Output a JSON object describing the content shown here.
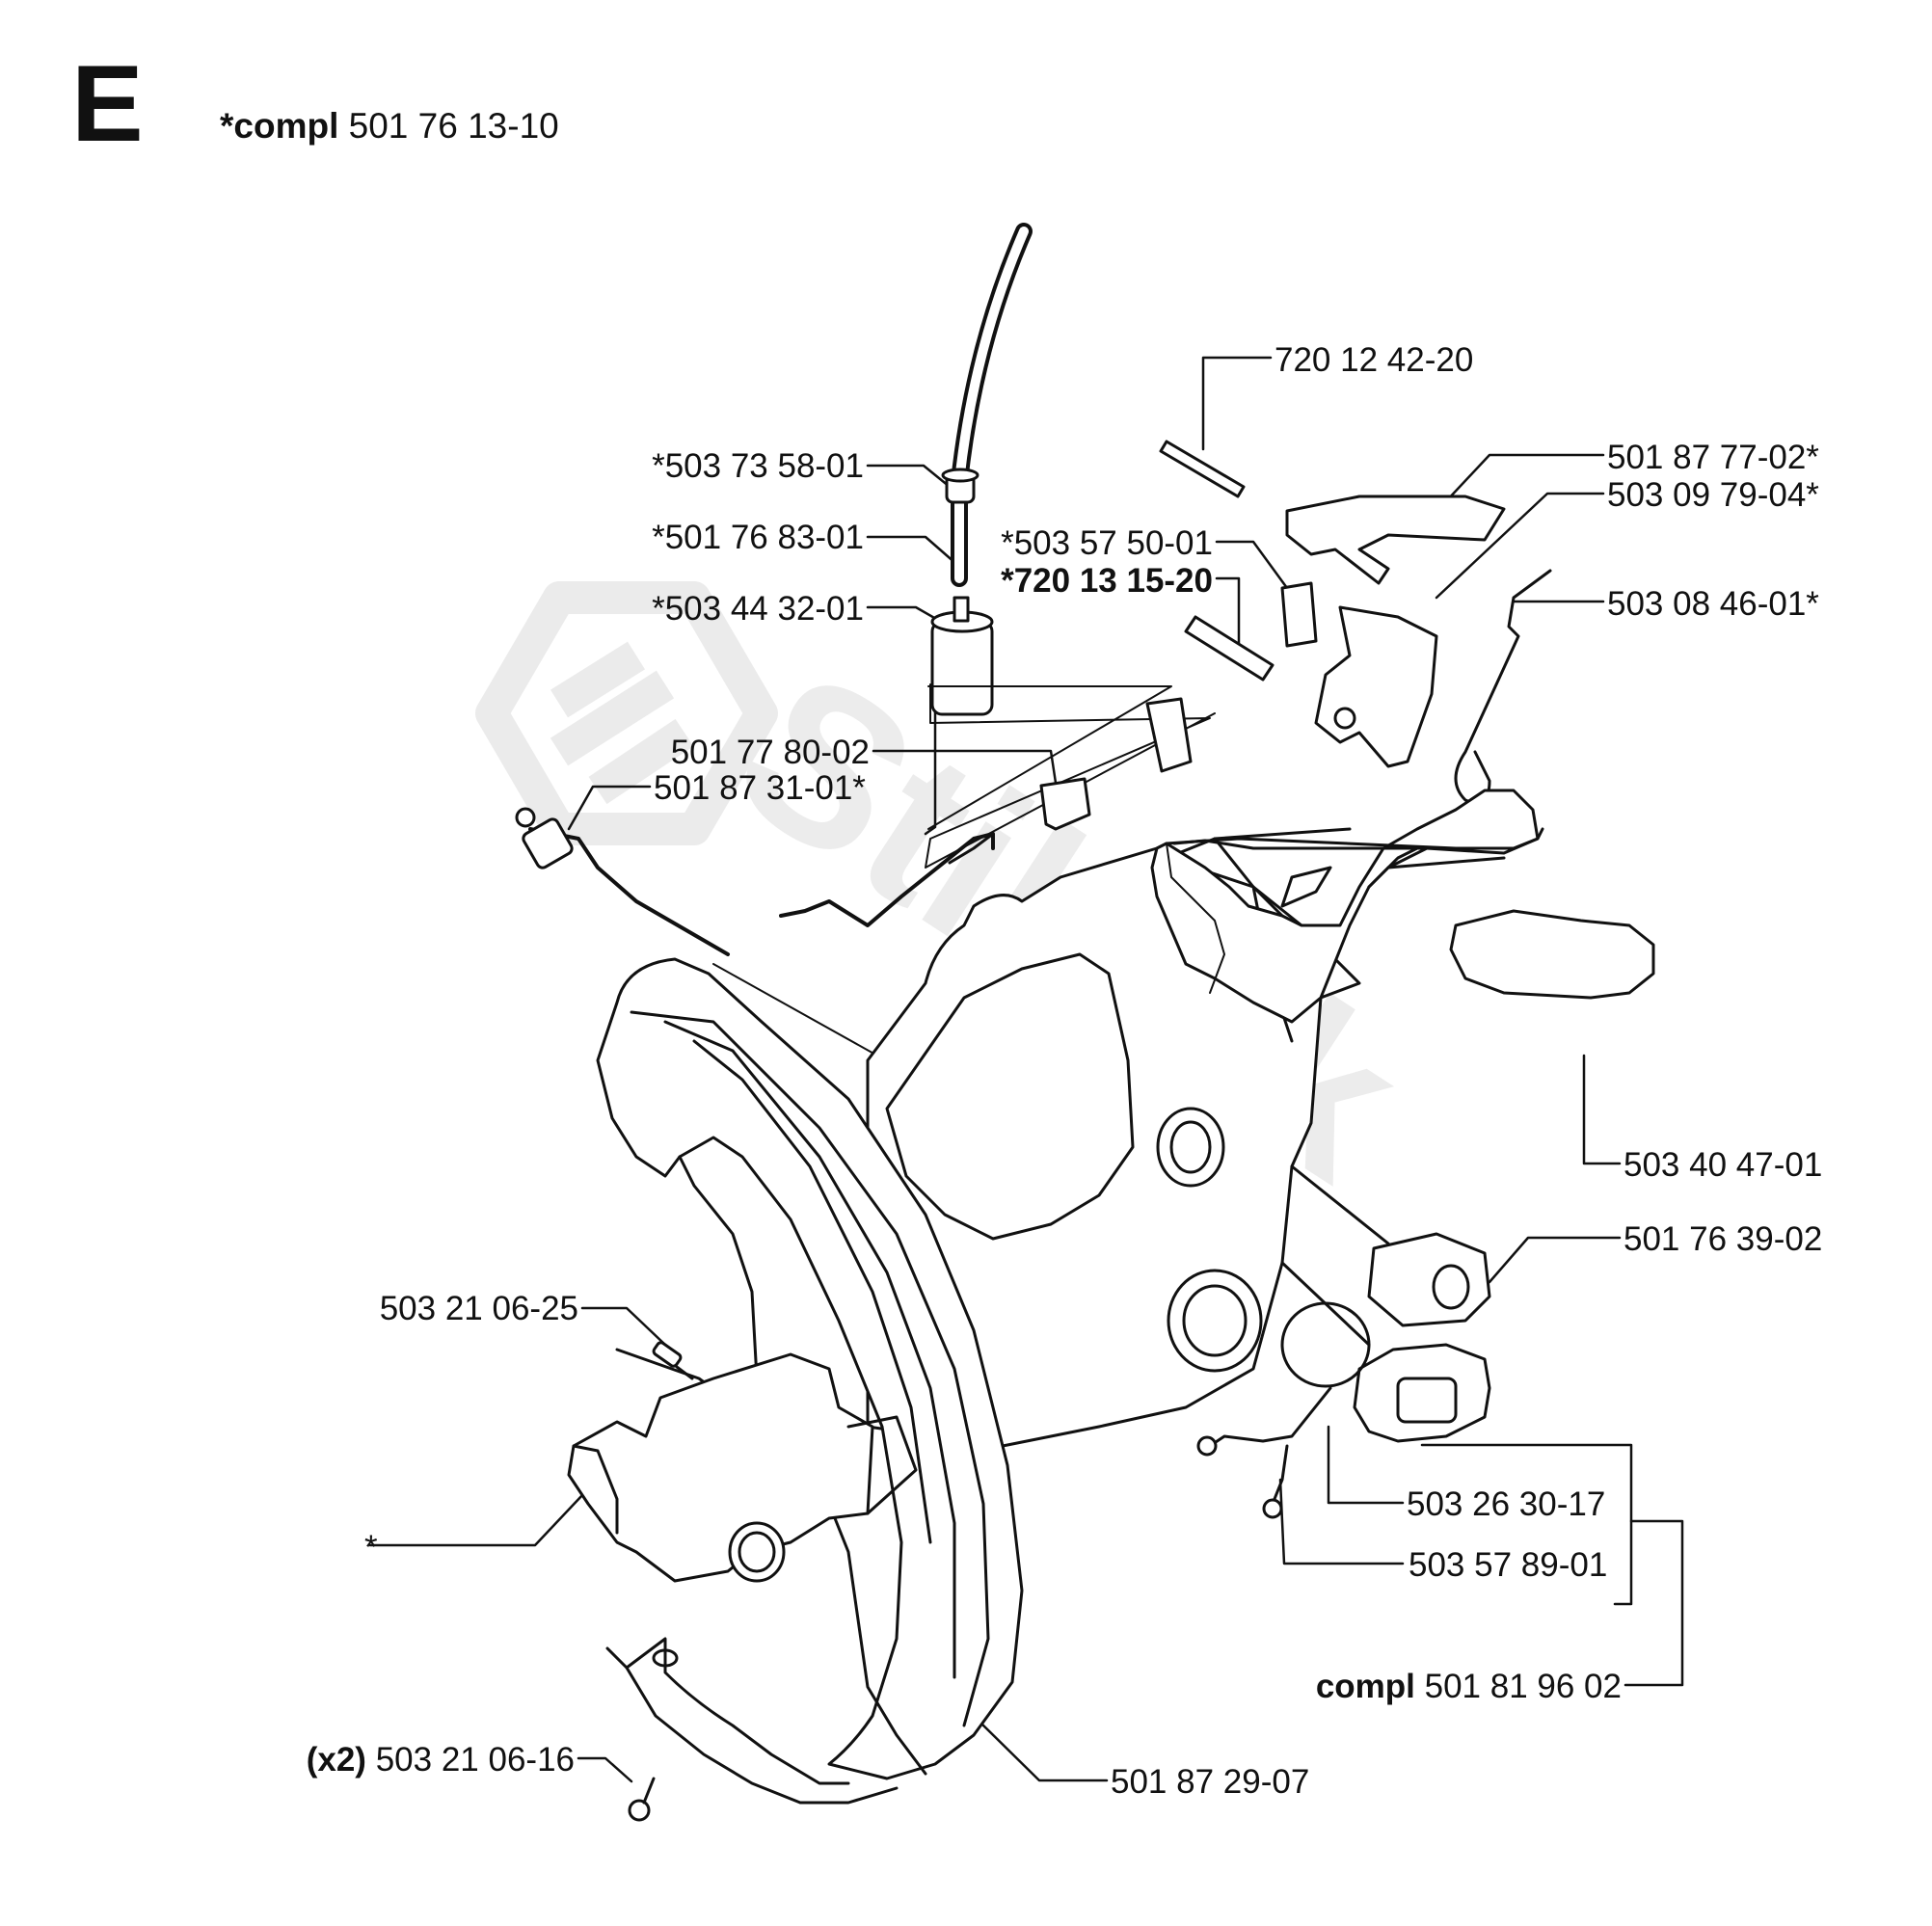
{
  "section": {
    "letter": "E"
  },
  "header": {
    "prefix": "*compl",
    "number": "501 76 13-10"
  },
  "watermark": {
    "text": "Stihlsk"
  },
  "colors": {
    "ink": "#111111",
    "watermark": "#e9e9e9",
    "background": "#ffffff"
  },
  "labels": {
    "pin_top": "720 12 42-20",
    "throttle_lockout": "501 87 77-02*",
    "throttle_trigger": "503 09 79-04*",
    "spring": "503 08 46-01*",
    "pin_second_prefix": "*720 13 15-20",
    "switch": "*503 57 50-01",
    "hose_grommet": "*503 73 58-01",
    "fuel_hose": "*501 76 83-01",
    "fuel_filter": "*503 44 32-01",
    "clip": "501 77 80-02",
    "throttle_rod": "501 87 31-01*",
    "rear_handle_insert": "503 40 47-01",
    "vibration_damper": "501 76 39-02",
    "screw_damper": "503 21 06-25",
    "tank_cap": "503 26 30-17",
    "strap": "503 57 89-01",
    "tank_housing": "*",
    "cap_assembly_prefix": "compl",
    "cap_assembly_number": "501 81 96 02",
    "screws_qty": "(x2)",
    "screws_number": "503 21 06-16",
    "front_handle": "501 87 29-07"
  }
}
